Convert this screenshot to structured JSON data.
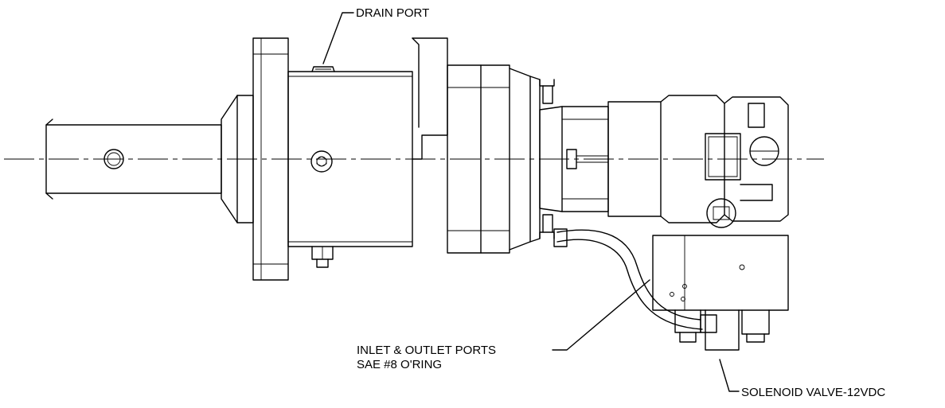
{
  "labels": {
    "drain_port": "DRAIN PORT",
    "inlet_outlet_line1": "INLET & OUTLET PORTS",
    "inlet_outlet_line2": "SAE #8 O'RING",
    "solenoid_valve": "SOLENOID VALVE-12VDC"
  },
  "colors": {
    "line": "#000000",
    "background": "#ffffff"
  }
}
